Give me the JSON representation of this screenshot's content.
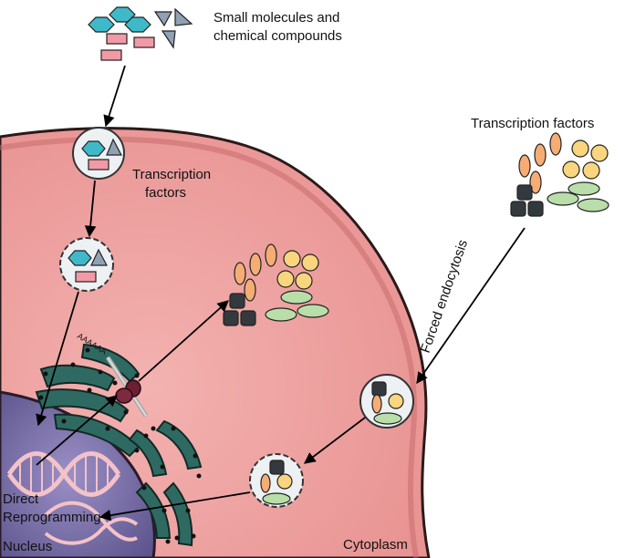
{
  "labels": {
    "small_molecules_line1": "Small molecules and",
    "small_molecules_line2": "chemical compounds",
    "tf_top_right": "Transcription factors",
    "tf_left_line1": "Transcription",
    "tf_left_line2": "factors",
    "forced_endocytosis": "Forced endocytosis",
    "direct_line1": "Direct",
    "direct_line2": "Reprogramming",
    "nucleus": "Nucleus",
    "cytoplasm": "Cytoplasm",
    "polya": "AAAAAA"
  },
  "colors": {
    "cell_fill": "#eea3a2",
    "cell_outline": "#2a1a1a",
    "nucleus_fill": "#7b6fa8",
    "er_fill": "#2f6a62",
    "hexagon": "#3fb9c9",
    "triangle": "#8fa1b3",
    "rectangle": "#f19aa6",
    "tf_orange": "#f5ad74",
    "tf_yellow": "#f8d57e",
    "tf_green": "#b9deaa",
    "tf_dark": "#33393d",
    "dna": "#f4c2c8",
    "ribosome": "#6b1f33"
  }
}
